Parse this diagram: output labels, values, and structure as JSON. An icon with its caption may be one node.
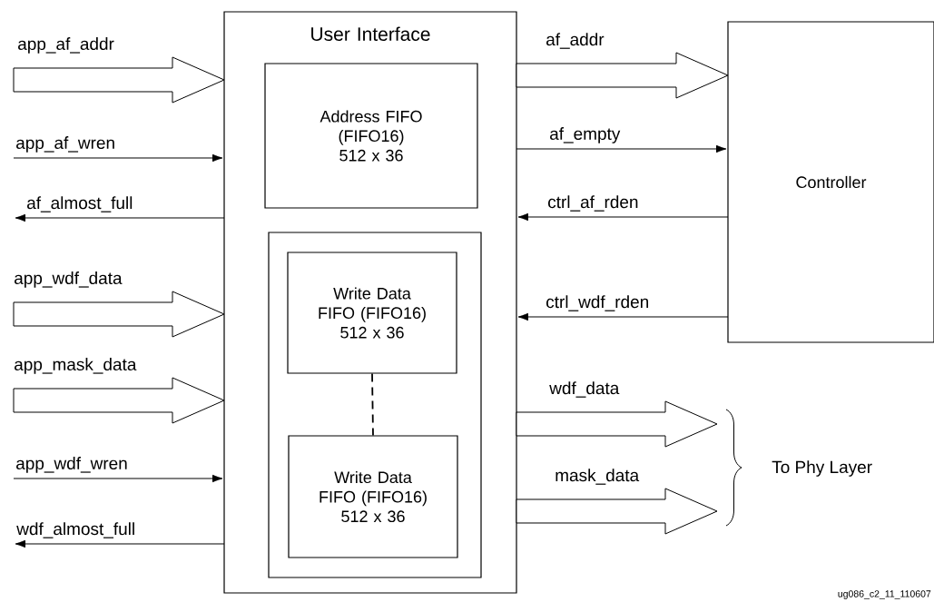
{
  "diagram": {
    "nodes": [
      {
        "text": [
          "User Interface"
        ]
      },
      {
        "text": [
          "Address FIFO (FIFO16) 512 x 36"
        ],
        "in": 0
      },
      {
        "text": [],
        "shape": "box",
        "in": 0
      },
      {
        "text": [
          "Write Data FIFO (FIFO16) 512 x 36"
        ],
        "in": 2
      },
      {
        "text": [
          "Write Data FIFO (FIFO16) 512 x 36"
        ],
        "in": 2
      },
      {
        "text": [
          "Controller"
        ]
      }
    ],
    "edges": [
      {
        "from": null,
        "to": 0,
        "arrow": "to",
        "label": "app_af_addr",
        "style": "thick"
      },
      {
        "from": null,
        "to": 0,
        "arrow": "to",
        "label": "app_af_wren"
      },
      {
        "from": 0,
        "to": null,
        "arrow": "to",
        "label": "af_almost_full"
      },
      {
        "from": null,
        "to": 0,
        "arrow": "to",
        "label": "app_wdf_data",
        "style": "thick"
      },
      {
        "from": null,
        "to": 0,
        "arrow": "to",
        "label": "app_mask_data",
        "style": "thick"
      },
      {
        "from": null,
        "to": 0,
        "arrow": "to",
        "label": "app_wdf_wren"
      },
      {
        "from": 0,
        "to": null,
        "arrow": "to",
        "label": "wdf_almost_full"
      },
      {
        "from": 0,
        "to": 5,
        "arrow": "to",
        "label": "af_addr",
        "style": "thick"
      },
      {
        "from": 0,
        "to": 5,
        "arrow": "to",
        "label": "af_empty"
      },
      {
        "from": 5,
        "to": 0,
        "arrow": "to",
        "label": "ctrl_af_rden"
      },
      {
        "from": 5,
        "to": 0,
        "arrow": "to",
        "label": "ctrl_wdf_rden"
      },
      {
        "from": 0,
        "to": null,
        "arrow": "to",
        "label": "wdf_data",
        "style": "thick"
      },
      {
        "from": 0,
        "to": null,
        "arrow": "to",
        "label": "mask_data",
        "style": "thick"
      },
      {
        "from": 3,
        "to": 4,
        "arrow": "none",
        "style": "dashed"
      }
    ],
    "labels": [
      "To Phy Layer",
      "ug086_c2_11_110607"
    ]
  }
}
